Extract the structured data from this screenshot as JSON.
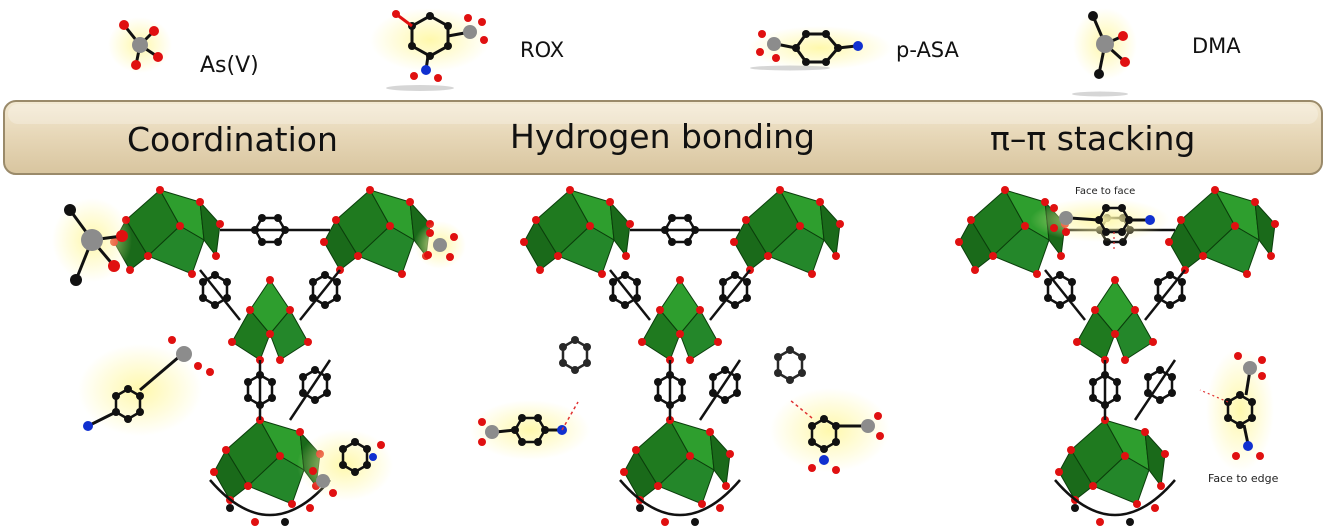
{
  "molecule_labels": {
    "asv": "As(V)",
    "rox": "ROX",
    "pasa": "p-ASA",
    "dma": "DMA"
  },
  "band_labels": {
    "coordination": "Coordination",
    "hydrogen": "Hydrogen bonding",
    "stacking": "π–π stacking"
  },
  "annotations": {
    "face_to_face": "Face to face",
    "face_to_edge": "Face to edge"
  },
  "colors": {
    "polyhedron_dark": "#1f7a1f",
    "polyhedron_mid": "#2e9e2e",
    "polyhedron_light": "#7be37b",
    "oxygen": "#e01010",
    "carbon": "#111111",
    "arsenic": "#8c8c8c",
    "nitrogen": "#1030d0",
    "glow": "#fff59a",
    "band_fill": "#eadcbf",
    "band_stroke": "#9a8a6a"
  }
}
